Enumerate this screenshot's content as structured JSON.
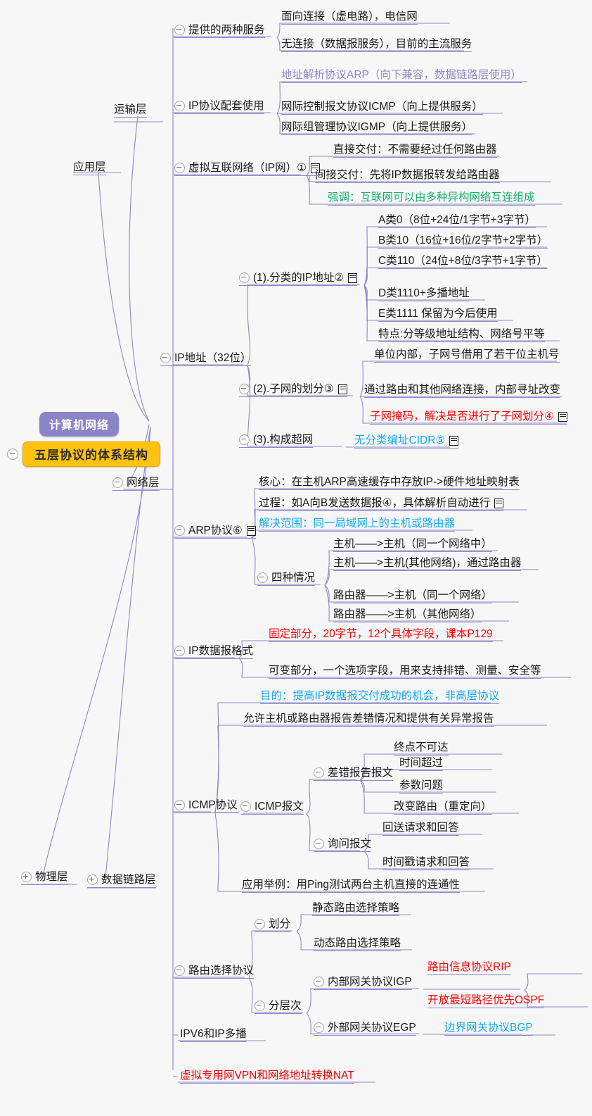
{
  "diagram": {
    "type": "mindmap",
    "title_capsule": "计算机网络",
    "root": "五层协议的体系结构",
    "colors": {
      "root_accent": "#ffc20e",
      "title_accent": "#8b84c8",
      "branch_line": "#8d88c9",
      "red": "#fb0007",
      "green": "#17b169",
      "blue": "#13a9f0",
      "purple": "#8f8ac9",
      "text": "#1a1a1a"
    }
  },
  "layers": {
    "application": "应用层",
    "transport": "运输层",
    "network": "网络层",
    "datalink": "数据链路层",
    "physical": "物理层"
  },
  "network_layer": {
    "two_services": {
      "label": "提供的两种服务",
      "children": [
        "面向连接（虚电路），电信网",
        "无连接（数据报服务），目前的主流服务"
      ]
    },
    "ip_companions": {
      "label": "IP协议配套使用",
      "children": [
        "地址解析协议ARP（向下兼容，数据链路层使用）",
        "网际控制报文协议ICMP（向上提供服务）",
        "网际组管理协议IGMP（向上提供服务）"
      ]
    },
    "virtual_internet": {
      "label": "虚拟互联网络（IP网）①",
      "children": [
        "直接交付：不需要经过任何路由器",
        "间接交付：先将IP数据报转发给路由器",
        "强调：互联网可以由多种异构网络互连组成"
      ]
    },
    "ip_address": {
      "label": "IP地址（32位）",
      "classful": {
        "label": "(1).分类的IP地址②",
        "children": [
          "A类0（8位+24位/1字节+3字节）",
          "B类10（16位+16位/2字节+2字节）",
          "C类110（24位+8位/3字节+1字节）",
          "D类1110+多播地址",
          "E类1111 保留为今后使用",
          "特点:分等级地址结构、网络号平等"
        ]
      },
      "subnet": {
        "label": "(2).子网的划分③",
        "children": [
          "单位内部，子网号借用了若干位主机号",
          "通过路由和其他网络连接，内部寻址改变",
          "子网掩码，解决是否进行了子网划分④"
        ]
      },
      "supernet": {
        "label": "(3).构成超网",
        "children": [
          "无分类编址CIDR⑤"
        ]
      }
    },
    "arp": {
      "label": "ARP协议⑥",
      "children": [
        "核心：在主机ARP高速缓存中存放IP->硬件地址映射表",
        "过程：如A向B发送数据报④，具体解析自动进行",
        "解决范围：同一局域网上的主机或路由器"
      ],
      "four_cases": {
        "label": "四种情况",
        "children": [
          "主机——>主机（同一个网络中）",
          "主机——>主机(其他网络)，通过路由器",
          "路由器——>主机（同一个网络）",
          "路由器——>主机（其他网络）"
        ]
      }
    },
    "ip_datagram": {
      "label": "IP数据报格式",
      "children": [
        "固定部分，20字节，12个具体字段，课本P129",
        "可变部分，一个选项字段，用来支持排错、测量、安全等"
      ]
    },
    "icmp": {
      "label": "ICMP协议",
      "children": [
        "目的：提高IP数据报交付成功的机会，非高层协议",
        "允许主机或路由器报告差错情况和提供有关异常报告"
      ],
      "message": {
        "label": "ICMP报文",
        "error_report": {
          "label": "差错报告报文",
          "children": [
            "终点不可达",
            "时间超过",
            "参数问题",
            "改变路由（重定向）"
          ]
        },
        "inquiry": {
          "label": "询问报文",
          "children": [
            "回送请求和回答",
            "时间戳请求和回答"
          ]
        }
      },
      "example": "应用举例：用Ping测试两台主机直接的连通性"
    },
    "routing": {
      "label": "路由选择协议",
      "classification": {
        "label": "划分",
        "children": [
          "静态路由选择策略",
          "动态路由选择策略"
        ]
      },
      "hierarchy": {
        "label": "分层次",
        "igp": {
          "label": "内部网关协议IGP",
          "children": [
            "路由信息协议RIP",
            "开放最短路径优先OSPF"
          ]
        },
        "egp": {
          "label": "外部网关协议EGP",
          "children": [
            "边界网关协议BGP"
          ]
        }
      }
    },
    "ipv6": "IPV6和IP多播",
    "vpn_nat": "虚拟专用网VPN和网络地址转换NAT"
  }
}
